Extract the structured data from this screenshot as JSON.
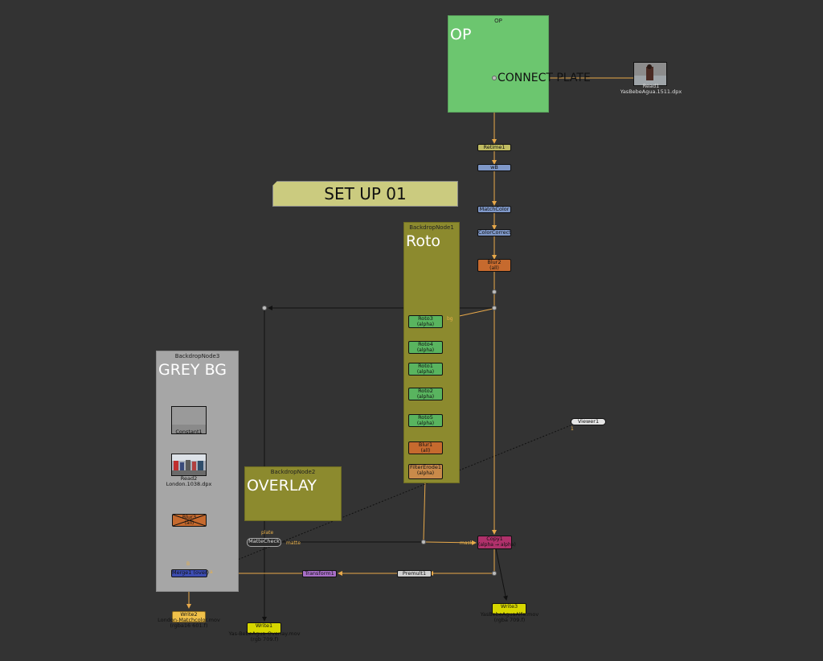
{
  "backdrops": {
    "op": {
      "name": "OP",
      "label": "OP",
      "color": "#6cc66f"
    },
    "roto": {
      "name": "BackdropNode1",
      "label": "Roto",
      "color": "#8c8a2e"
    },
    "grey_bg": {
      "name": "BackdropNode3",
      "label": "GREY BG",
      "color": "#a6a6a6"
    },
    "overlay": {
      "name": "BackdropNode2",
      "label": "OVERLAY",
      "color": "#8c8a2e"
    }
  },
  "sticky_notes": {
    "connect_plate": "CONNECT PLATE",
    "setup": "SET UP 01"
  },
  "nodes": {
    "read1": {
      "name": "Read1",
      "file": "YasBebeAgua.1511.dpx"
    },
    "retime1": {
      "name": "Retime1"
    },
    "wb": {
      "name": "wB"
    },
    "matchcolor": {
      "name": "MatchColor"
    },
    "colorcorrect": {
      "name": "ColorCorrect"
    },
    "blur2": {
      "name": "Blur2",
      "channel": "(all)"
    },
    "roto3": {
      "name": "Roto3",
      "channel": "(alpha)"
    },
    "roto4": {
      "name": "Roto4",
      "channel": "(alpha)"
    },
    "roto1": {
      "name": "Roto1",
      "channel": "(alpha)"
    },
    "roto2": {
      "name": "Roto2",
      "channel": "(alpha)"
    },
    "roto5": {
      "name": "Roto5",
      "channel": "(alpha)"
    },
    "blur1": {
      "name": "Blur1",
      "channel": "(all)"
    },
    "filtererode1": {
      "name": "FilterErode1",
      "channel": "(alpha)"
    },
    "constant1": {
      "name": "Constant1"
    },
    "read2": {
      "name": "Read2",
      "file": "London.1038.dpx"
    },
    "blur3": {
      "name": "Blur3",
      "channel": "(all)"
    },
    "merge": {
      "name": "Merge1 (over)"
    },
    "write2": {
      "name": "Write2",
      "file": "London-Matchcolor.mov",
      "format": "(rgba16 601.f)"
    },
    "write1": {
      "name": "Write1",
      "file": "Yas-BebeAgua-Overlay.mov",
      "format": "(rgb 709.f)"
    },
    "write3": {
      "name": "Write3",
      "file": "YasBebeAguaAlfa.mov",
      "format": "(rgba 709.f)"
    },
    "mattecheck": {
      "name": "MatteCheck"
    },
    "transform1": {
      "name": "Transform1"
    },
    "premult1": {
      "name": "Premult1"
    },
    "copy1": {
      "name": "Copy1",
      "channel": "(alpha → alpha)"
    },
    "viewer1": {
      "name": "Viewer1",
      "input": "1"
    }
  },
  "pins": {
    "plate": "plate",
    "matte": "matte",
    "mask": "mask",
    "bg": "bg",
    "a": "a",
    "b": "B"
  },
  "colors": {
    "canvas": "#333333",
    "link": "#e8a94a",
    "roto_node": "#59b45f",
    "blur_node": "#c66a2e",
    "write_node": "#d7d700",
    "grade_node": "#7f98c8",
    "merge_node": "#3c4cb0",
    "copy_node": "#b0316b"
  }
}
